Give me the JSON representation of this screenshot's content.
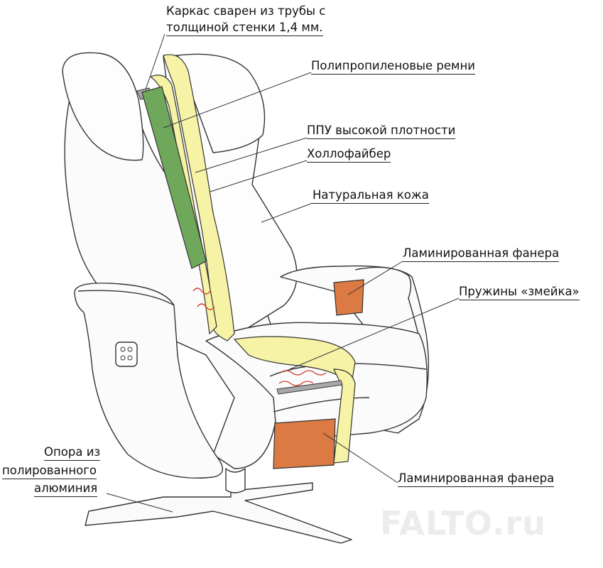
{
  "labels": {
    "frame_line1": "Каркас сварен из трубы с",
    "frame_line2": "толщиной стенки 1,4 мм.",
    "belts": "Полипропиленовые ремни",
    "ppu": "ППУ высокой плотности",
    "hollofiber": "Холлофайбер",
    "leather": "Натуральная кожа",
    "plywood_top": "Ламинированная фанера",
    "springs": "Пружины «змейка»",
    "plywood_bottom": "Ламинированная фанера",
    "base_line1": "Опора из",
    "base_line2": "полированного",
    "base_line3": "алюминия"
  },
  "watermark": "FALTO.ru",
  "colors": {
    "outline": "#333333",
    "cushion": "#f8f8f0",
    "belts_green": "#6fa85a",
    "foam_yellow": "#f6f3a6",
    "plywood_orange": "#db7a42",
    "spring_red": "#d23a2a",
    "frame_gray": "#a9a9a9"
  }
}
